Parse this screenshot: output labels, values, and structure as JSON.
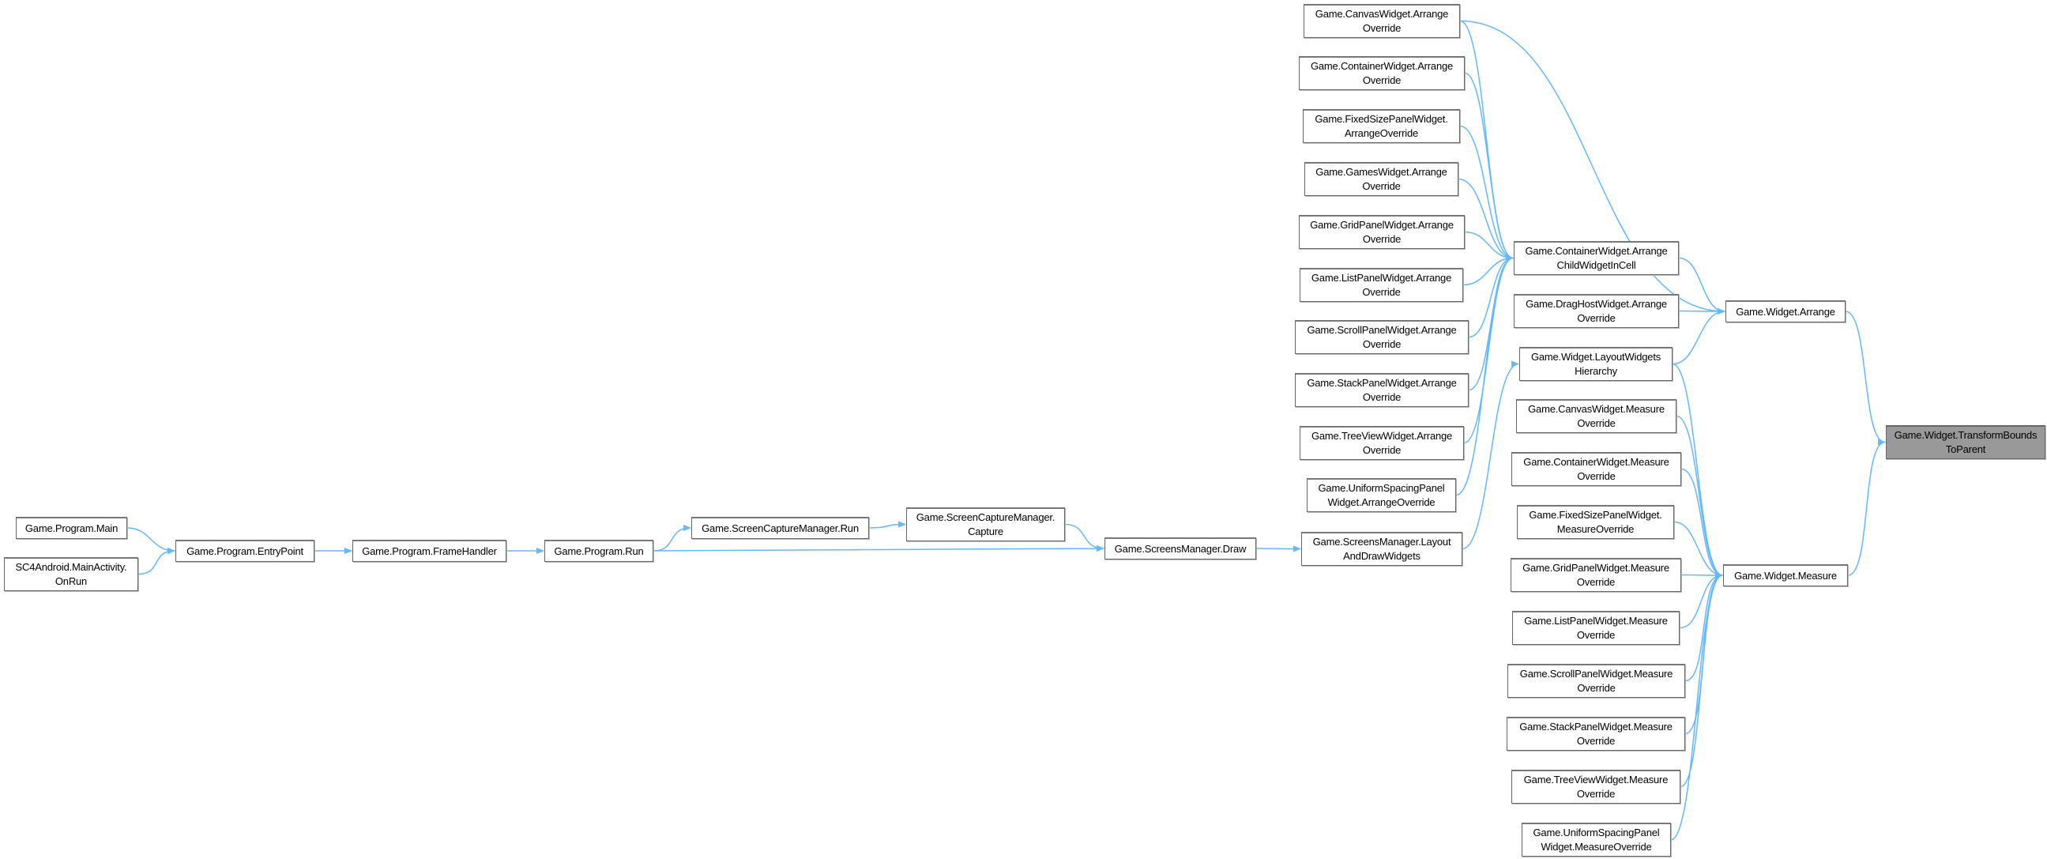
{
  "graph": {
    "title": "Game.Widget.TransformBoundsToParent caller graph",
    "edge_color": "#63b8ff",
    "highlight_fill": "#999999",
    "current_node": "transform",
    "nodes": {
      "main": [
        "Game.Program.Main"
      ],
      "onrun": [
        "SC4Android.MainActivity.",
        "OnRun"
      ],
      "entry": [
        "Game.Program.EntryPoint"
      ],
      "frame": [
        "Game.Program.FrameHandler"
      ],
      "run": [
        "Game.Program.Run"
      ],
      "scmrun": [
        "Game.ScreenCaptureManager.Run"
      ],
      "capture": [
        "Game.ScreenCaptureManager.",
        "Capture"
      ],
      "draw": [
        "Game.ScreensManager.Draw"
      ],
      "layoutdraw": [
        "Game.ScreensManager.Layout",
        "AndDrawWidgets"
      ],
      "a1": [
        "Game.CanvasWidget.Arrange",
        "Override"
      ],
      "a2": [
        "Game.ContainerWidget.Arrange",
        "Override"
      ],
      "a3": [
        "Game.FixedSizePanelWidget.",
        "ArrangeOverride"
      ],
      "a4": [
        "Game.GamesWidget.Arrange",
        "Override"
      ],
      "a5": [
        "Game.GridPanelWidget.Arrange",
        "Override"
      ],
      "a6": [
        "Game.ListPanelWidget.Arrange",
        "Override"
      ],
      "a7": [
        "Game.ScrollPanelWidget.Arrange",
        "Override"
      ],
      "a8": [
        "Game.StackPanelWidget.Arrange",
        "Override"
      ],
      "a9": [
        "Game.TreeViewWidget.Arrange",
        "Override"
      ],
      "a10": [
        "Game.UniformSpacingPanel",
        "Widget.ArrangeOverride"
      ],
      "cell": [
        "Game.ContainerWidget.Arrange",
        "ChildWidgetInCell"
      ],
      "draghost": [
        "Game.DragHostWidget.Arrange",
        "Override"
      ],
      "lwh": [
        "Game.Widget.LayoutWidgets",
        "Hierarchy"
      ],
      "m1": [
        "Game.CanvasWidget.Measure",
        "Override"
      ],
      "m2": [
        "Game.ContainerWidget.Measure",
        "Override"
      ],
      "m3": [
        "Game.FixedSizePanelWidget.",
        "MeasureOverride"
      ],
      "m4": [
        "Game.GridPanelWidget.Measure",
        "Override"
      ],
      "m5": [
        "Game.ListPanelWidget.Measure",
        "Override"
      ],
      "m6": [
        "Game.ScrollPanelWidget.Measure",
        "Override"
      ],
      "m7": [
        "Game.StackPanelWidget.Measure",
        "Override"
      ],
      "m8": [
        "Game.TreeViewWidget.Measure",
        "Override"
      ],
      "m9": [
        "Game.UniformSpacingPanel",
        "Widget.MeasureOverride"
      ],
      "arrange": [
        "Game.Widget.Arrange"
      ],
      "measure": [
        "Game.Widget.Measure"
      ],
      "transform": [
        "Game.Widget.TransformBounds",
        "ToParent"
      ]
    },
    "edges": [
      [
        "main",
        "entry"
      ],
      [
        "onrun",
        "entry"
      ],
      [
        "entry",
        "frame"
      ],
      [
        "frame",
        "run"
      ],
      [
        "run",
        "scmrun"
      ],
      [
        "run",
        "draw"
      ],
      [
        "scmrun",
        "capture"
      ],
      [
        "capture",
        "draw"
      ],
      [
        "draw",
        "layoutdraw"
      ],
      [
        "layoutdraw",
        "lwh"
      ],
      [
        "a1",
        "cell"
      ],
      [
        "a2",
        "cell"
      ],
      [
        "a3",
        "cell"
      ],
      [
        "a4",
        "cell"
      ],
      [
        "a5",
        "cell"
      ],
      [
        "a6",
        "cell"
      ],
      [
        "a7",
        "cell"
      ],
      [
        "a8",
        "cell"
      ],
      [
        "a9",
        "cell"
      ],
      [
        "a10",
        "cell"
      ],
      [
        "a1",
        "arrange"
      ],
      [
        "cell",
        "arrange"
      ],
      [
        "draghost",
        "arrange"
      ],
      [
        "lwh",
        "arrange"
      ],
      [
        "lwh",
        "measure"
      ],
      [
        "m1",
        "measure"
      ],
      [
        "m2",
        "measure"
      ],
      [
        "m3",
        "measure"
      ],
      [
        "m4",
        "measure"
      ],
      [
        "m5",
        "measure"
      ],
      [
        "m6",
        "measure"
      ],
      [
        "m7",
        "measure"
      ],
      [
        "m8",
        "measure"
      ],
      [
        "m9",
        "measure"
      ],
      [
        "arrange",
        "transform"
      ],
      [
        "measure",
        "transform"
      ]
    ]
  }
}
